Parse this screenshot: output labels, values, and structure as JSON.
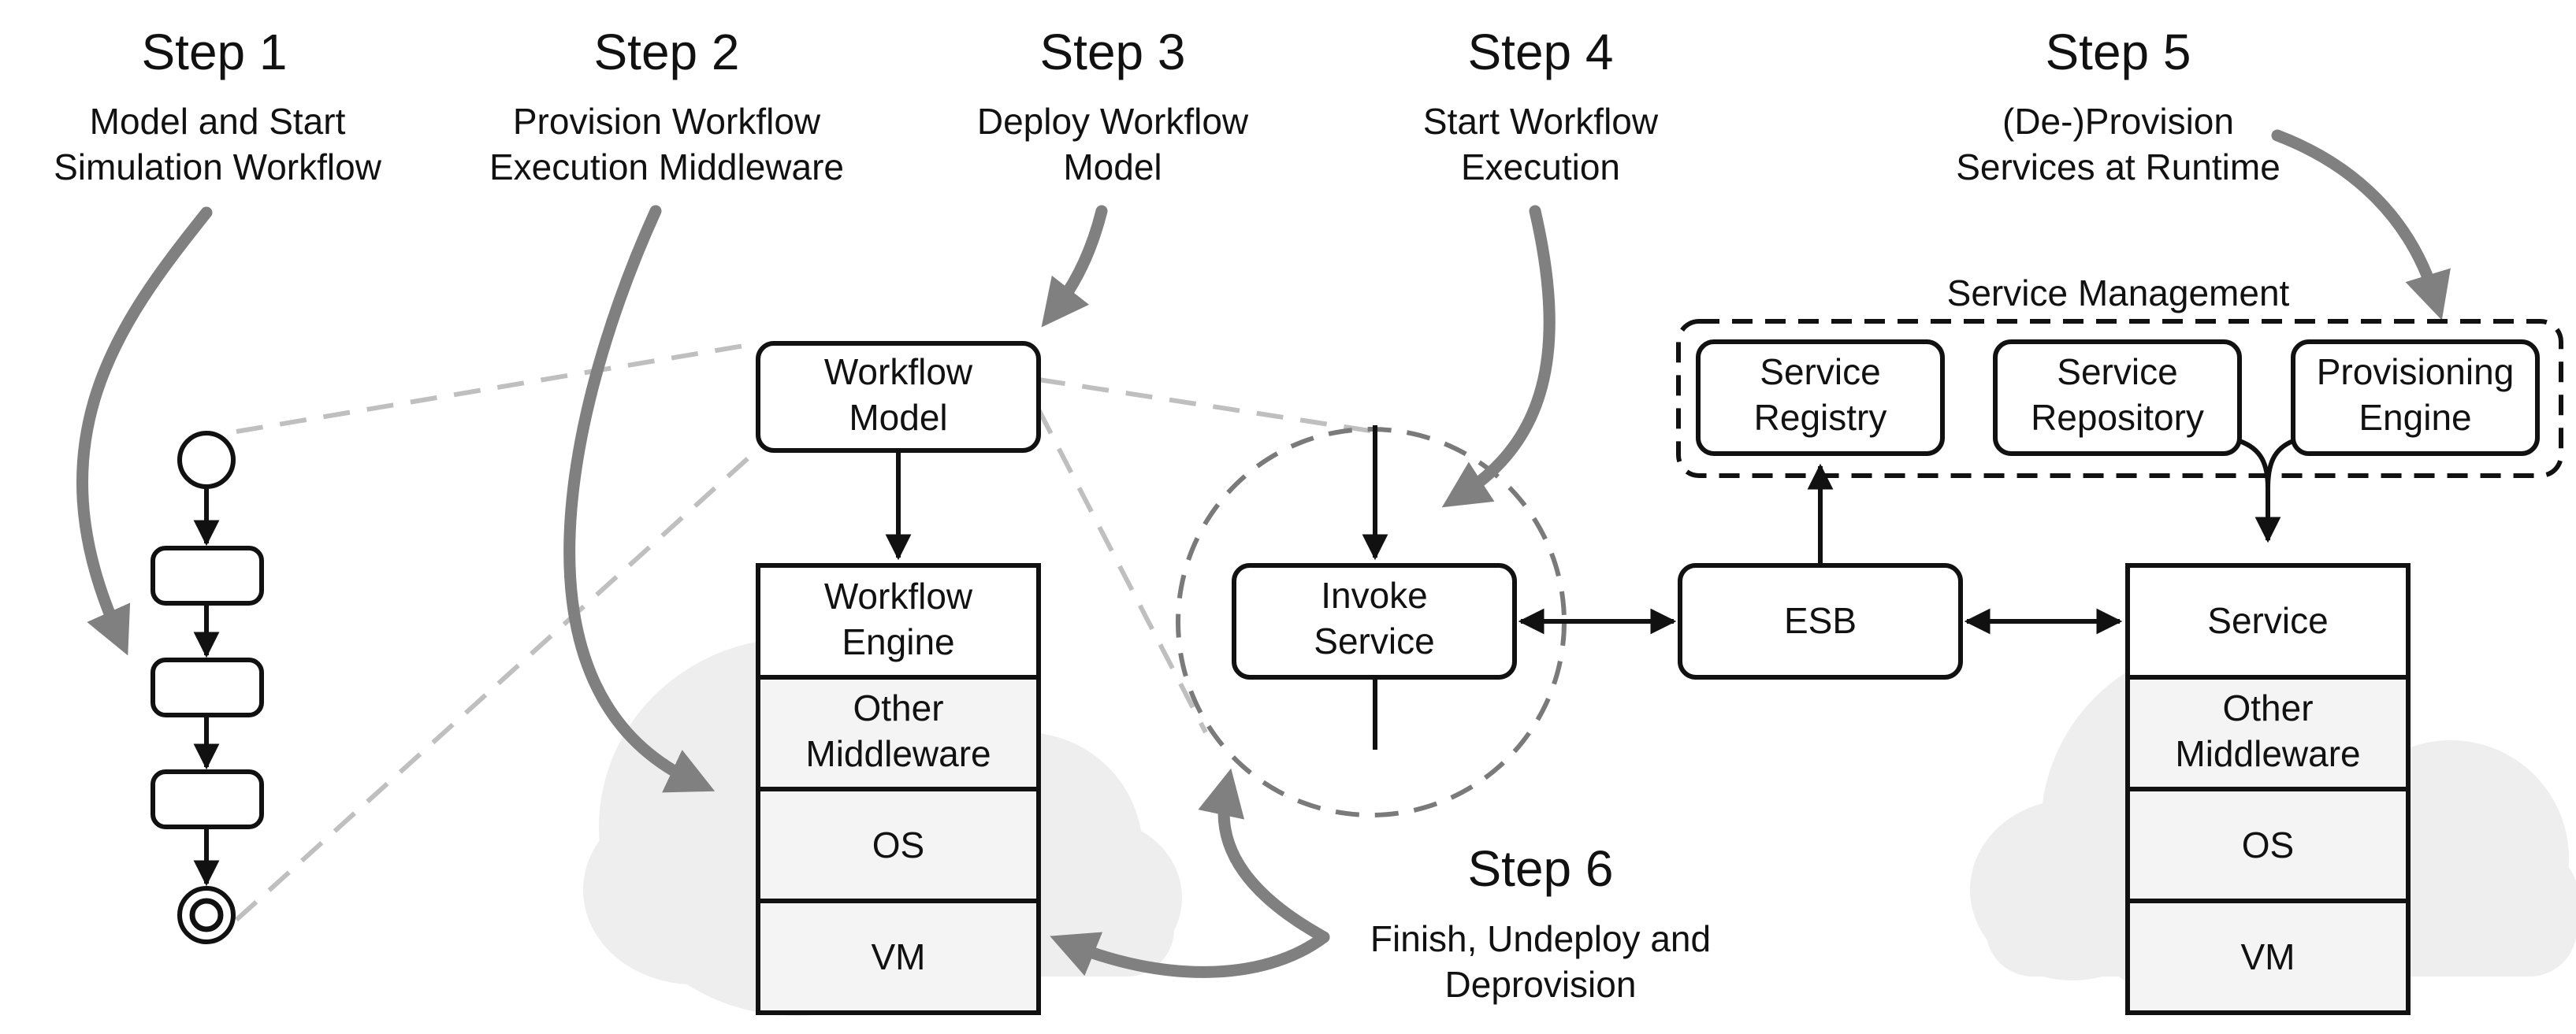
{
  "steps": [
    {
      "title": "Step 1",
      "desc": [
        "Model and Start",
        "Simulation Workflow"
      ]
    },
    {
      "title": "Step 2",
      "desc": [
        "Provision Workflow",
        "Execution Middleware"
      ]
    },
    {
      "title": "Step 3",
      "desc": [
        "Deploy Workflow",
        "Model"
      ]
    },
    {
      "title": "Step 4",
      "desc": [
        "Start Workflow",
        "Execution"
      ]
    },
    {
      "title": "Step 5",
      "desc": [
        "(De-)Provision",
        "Services at Runtime"
      ]
    },
    {
      "title": "Step 6",
      "desc": [
        "Finish, Undeploy and",
        "Deprovision"
      ]
    }
  ],
  "workflow_model": [
    "Workflow",
    "Model"
  ],
  "left_stack": [
    [
      "Workflow",
      "Engine"
    ],
    [
      "Other",
      "Middleware"
    ],
    [
      "OS"
    ],
    [
      "VM"
    ]
  ],
  "invoke_service": [
    "Invoke",
    "Service"
  ],
  "esb": "ESB",
  "service_management": {
    "label": "Service Management",
    "boxes": [
      [
        "Service",
        "Registry"
      ],
      [
        "Service",
        "Repository"
      ],
      [
        "Provisioning",
        "Engine"
      ]
    ]
  },
  "right_stack": [
    [
      "Service"
    ],
    [
      "Other",
      "Middleware"
    ],
    [
      "OS"
    ],
    [
      "VM"
    ]
  ]
}
